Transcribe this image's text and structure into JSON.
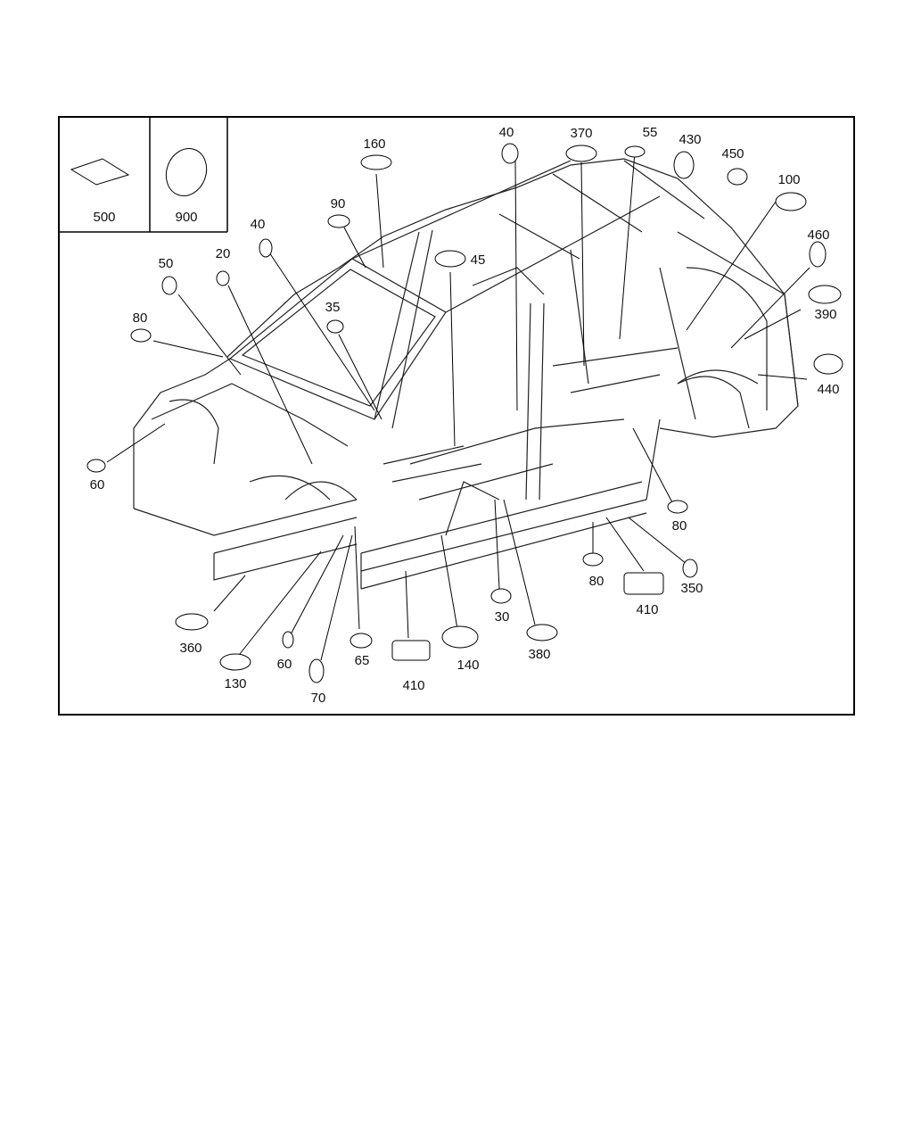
{
  "legend": {
    "sealer_sheet": "500",
    "round_pad": "900"
  },
  "callouts": {
    "c20": "20",
    "c30": "30",
    "c35": "35",
    "c40a": "40",
    "c40b": "40",
    "c45": "45",
    "c50": "50",
    "c55": "55",
    "c60a": "60",
    "c60b": "60",
    "c65": "65",
    "c70": "70",
    "c80a": "80",
    "c80b": "80",
    "c80c": "80",
    "c90": "90",
    "c100": "100",
    "c130": "130",
    "c140": "140",
    "c160": "160",
    "c350": "350",
    "c360": "360",
    "c370": "370",
    "c380": "380",
    "c390": "390",
    "c410a": "410",
    "c410b": "410",
    "c430": "430",
    "c440": "440",
    "c450": "450",
    "c460": "460"
  }
}
